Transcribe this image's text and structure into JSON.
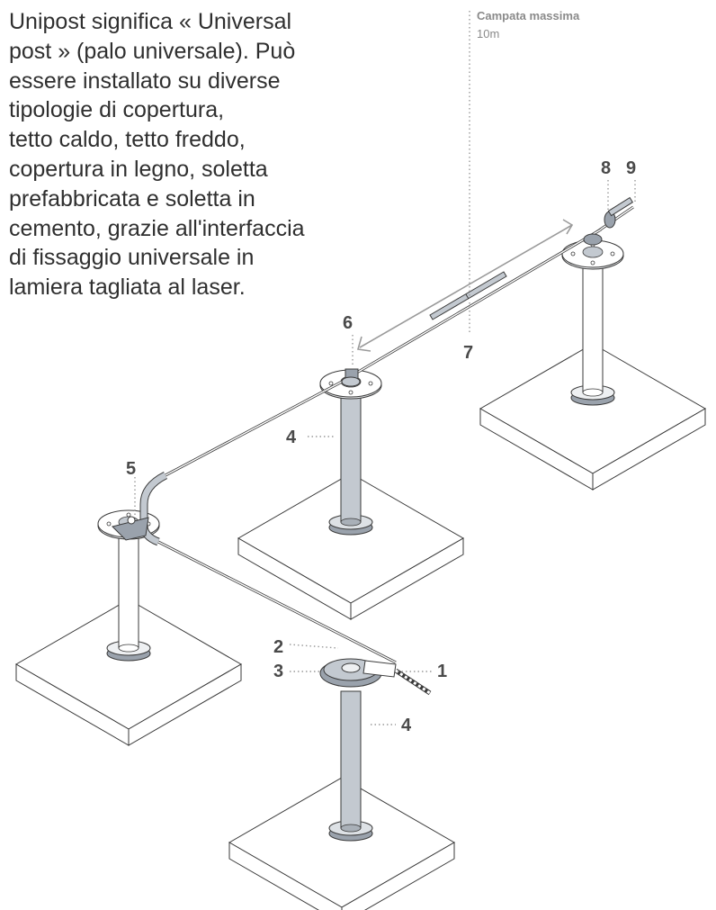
{
  "intro_lines": [
    "Unipost significa « Universal",
    "post » (palo universale). Può",
    "essere installato su diverse",
    "tipologie di copertura,",
    "tetto caldo, tetto freddo,",
    "copertura in legno, soletta",
    "prefabbricata e soletta in",
    "cemento, grazie all'interfaccia",
    "di fissaggio universale in",
    "lamiera tagliata al laser."
  ],
  "span_caption": {
    "title": "Campata massima",
    "value": "10m"
  },
  "callouts": {
    "c1": "1",
    "c2": "2",
    "c3": "3",
    "c4a": "4",
    "c4b": "4",
    "c5": "5",
    "c6": "6",
    "c7": "7",
    "c8": "8",
    "c9": "9"
  },
  "colors": {
    "line": "#3a3a3a",
    "post_fill": "#c3c9d0",
    "plate_fill": "#eef0f2",
    "accent_plate": "#9aa2ac",
    "dotted_leader": "#9a9a9a",
    "text": "#2f2f2f"
  }
}
